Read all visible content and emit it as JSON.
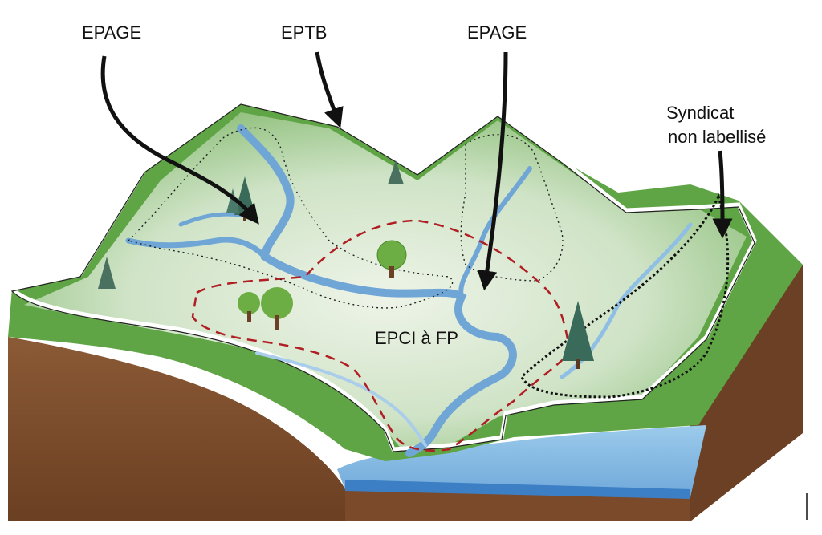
{
  "labels": {
    "epage_left": "EPAGE",
    "eptb": "EPTB",
    "epage_right": "EPAGE",
    "syndicat_line1": "Syndicat",
    "syndicat_line2": "non labellisé",
    "epci": "EPCI à FP"
  },
  "colors": {
    "soil": "#7a4a2a",
    "soil_light": "#8b5a36",
    "grass": "#5fa545",
    "grass_dark": "#3f8a34",
    "valley_light": "#e6efe0",
    "river": "#6fa6d6",
    "lake": "#8dc0e6",
    "lake_side": "#3d7fc4",
    "boundary_white": "#ffffff",
    "boundary_black": "#111111",
    "epci_dash": "#b01e23",
    "tree_green": "#6cae44",
    "pine": "#3a6b5a"
  }
}
